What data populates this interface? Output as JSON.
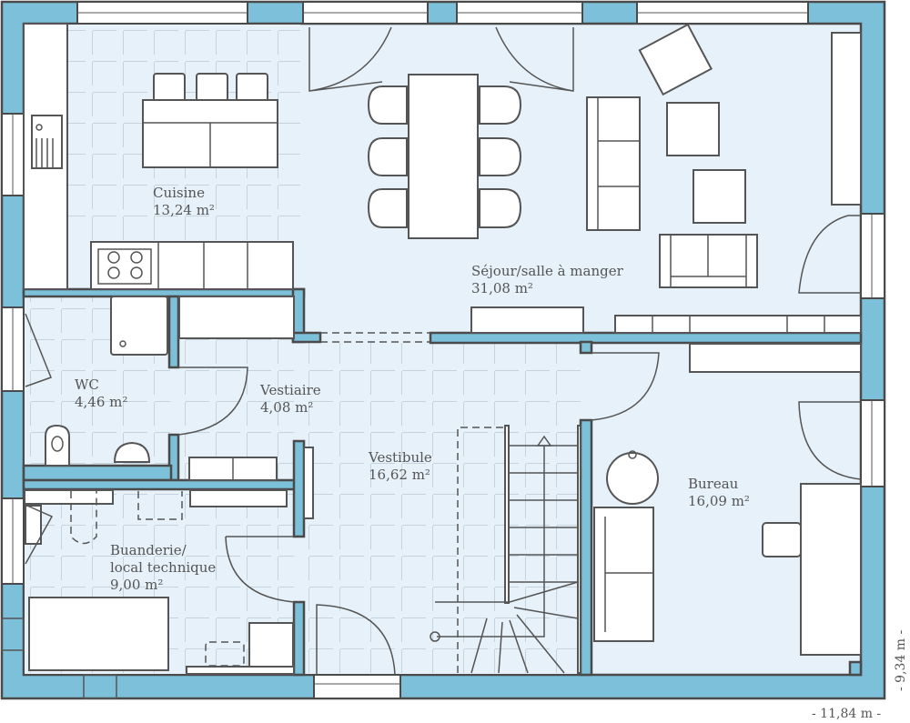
{
  "plan": {
    "rooms": [
      {
        "name": "Cuisine",
        "area": "13,24 m²"
      },
      {
        "name": "Séjour/salle à manger",
        "area": "31,08 m²"
      },
      {
        "name": "WC",
        "area": "4,46 m²"
      },
      {
        "name": "Vestiaire",
        "area": "4,08 m²"
      },
      {
        "name": "Vestibule",
        "area": "16,62 m²"
      },
      {
        "name": "Bureau",
        "area": "16,09 m²"
      },
      {
        "name": "Buanderie/",
        "name2": "local technique",
        "area": "9,00 m²"
      }
    ],
    "dimensions": {
      "width": "- 11,84 m -",
      "depth": "- 9,34 m -"
    },
    "colors": {
      "wall": "#7dc0da",
      "floor": "#e6f1f9",
      "line": "#4a4a4a"
    }
  }
}
